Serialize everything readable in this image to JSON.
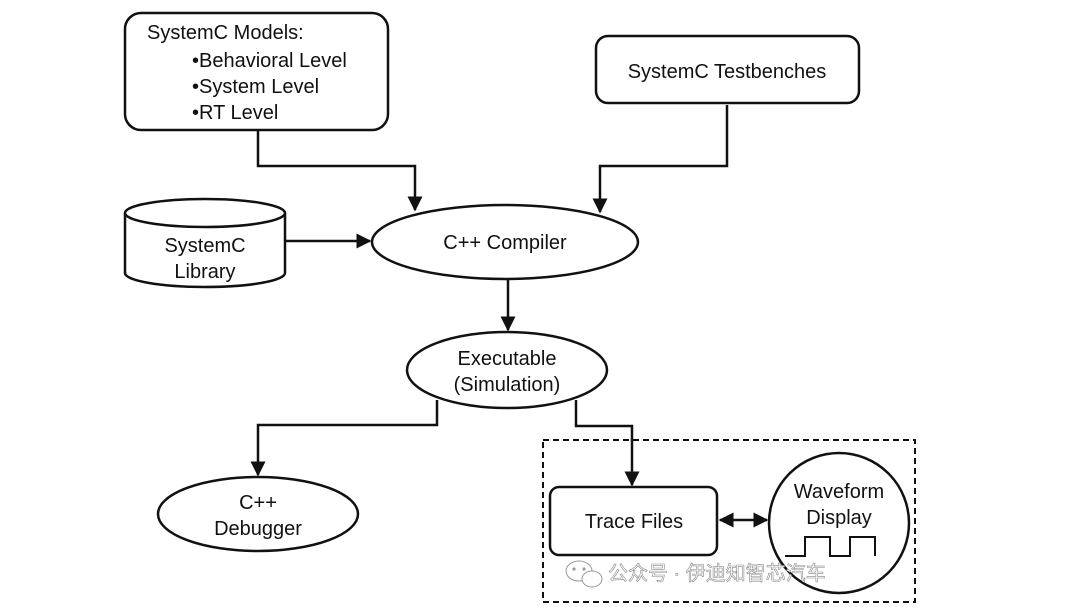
{
  "nodes": {
    "models": {
      "title": "SystemC Models:",
      "items": [
        "•Behavioral Level",
        "•System Level",
        "•RT Level"
      ]
    },
    "testbenches": {
      "label": "SystemC Testbenches"
    },
    "library": {
      "line1": "SystemC",
      "line2": "Library"
    },
    "compiler": {
      "label": "C++ Compiler"
    },
    "executable": {
      "line1": "Executable",
      "line2": "(Simulation)"
    },
    "debugger": {
      "line1": "C++",
      "line2": "Debugger"
    },
    "trace_files": {
      "label": "Trace Files"
    },
    "waveform": {
      "line1": "Waveform",
      "line2": "Display"
    }
  },
  "watermark": {
    "icon": "wechat-icon",
    "text": "公众号 · 伊迪知智芯汽车"
  },
  "colors": {
    "stroke": "#111111",
    "background": "#ffffff",
    "watermark": "#ffffff"
  }
}
